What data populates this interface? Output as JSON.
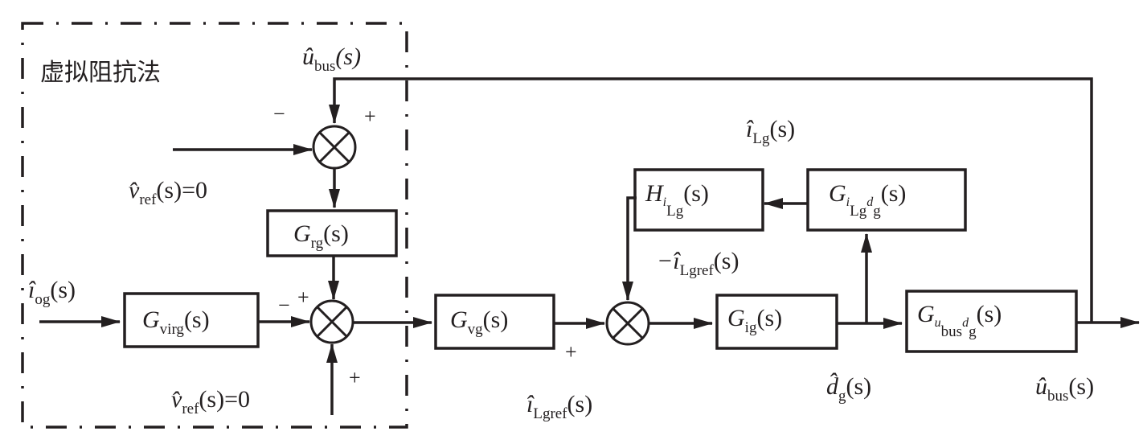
{
  "region_label": "虚拟阻抗法",
  "colors": {
    "line": "#231f20",
    "background": "#ffffff"
  },
  "blocks": {
    "g_virg": {
      "main": "G",
      "sub": "virg",
      "arg": "(s)"
    },
    "g_rg": {
      "main": "G",
      "sub": "rg",
      "arg": "(s)"
    },
    "g_vg": {
      "main": "G",
      "sub": "vg",
      "arg": "(s)"
    },
    "g_ig": {
      "main": "G",
      "sub": "ig",
      "arg": "(s)"
    },
    "h_ilg": {
      "main": "H",
      "sub_var": "i",
      "sub": "Lg",
      "arg": "(s)"
    },
    "g_ilg_dg": {
      "main": "G",
      "sub_var": "i",
      "sub": "Lg",
      "sub_var2": "d",
      "sub2": "g",
      "arg": "(s)"
    },
    "g_ubus_dg": {
      "main": "G",
      "sub_var": "u",
      "sub": "bus",
      "sub_var2": "d",
      "sub2": "g",
      "arg": "(s)"
    }
  },
  "signals": {
    "u_bus_top": {
      "var": "û",
      "sub": "bus",
      "arg": "(s)"
    },
    "v_ref_top": {
      "var": "v̂",
      "sub": "ref",
      "arg": "(s)=0"
    },
    "v_ref_bottom": {
      "var": "v̂",
      "sub": "ref",
      "arg": "(s)=0"
    },
    "i_og": {
      "var": "î",
      "sub": "og",
      "arg": "(s)"
    },
    "i_lg": {
      "var": "î",
      "sub": "Lg",
      "arg": "(s)"
    },
    "neg_i_lgref": {
      "var": "−î",
      "sub": "Lgref",
      "arg": "(s)"
    },
    "i_lgref": {
      "var": "î",
      "sub": "Lgref",
      "arg": "(s)"
    },
    "d_g": {
      "var": "d̂",
      "sub": "g",
      "arg": "(s)"
    },
    "u_bus_out": {
      "var": "û",
      "sub": "bus",
      "arg": "(s)"
    }
  },
  "signs": {
    "sum1_left": "−",
    "sum1_top": "+",
    "sum2_left": "−",
    "sum2_top": "+",
    "sum2_bottom": "+",
    "sum3_bottom": "+"
  }
}
